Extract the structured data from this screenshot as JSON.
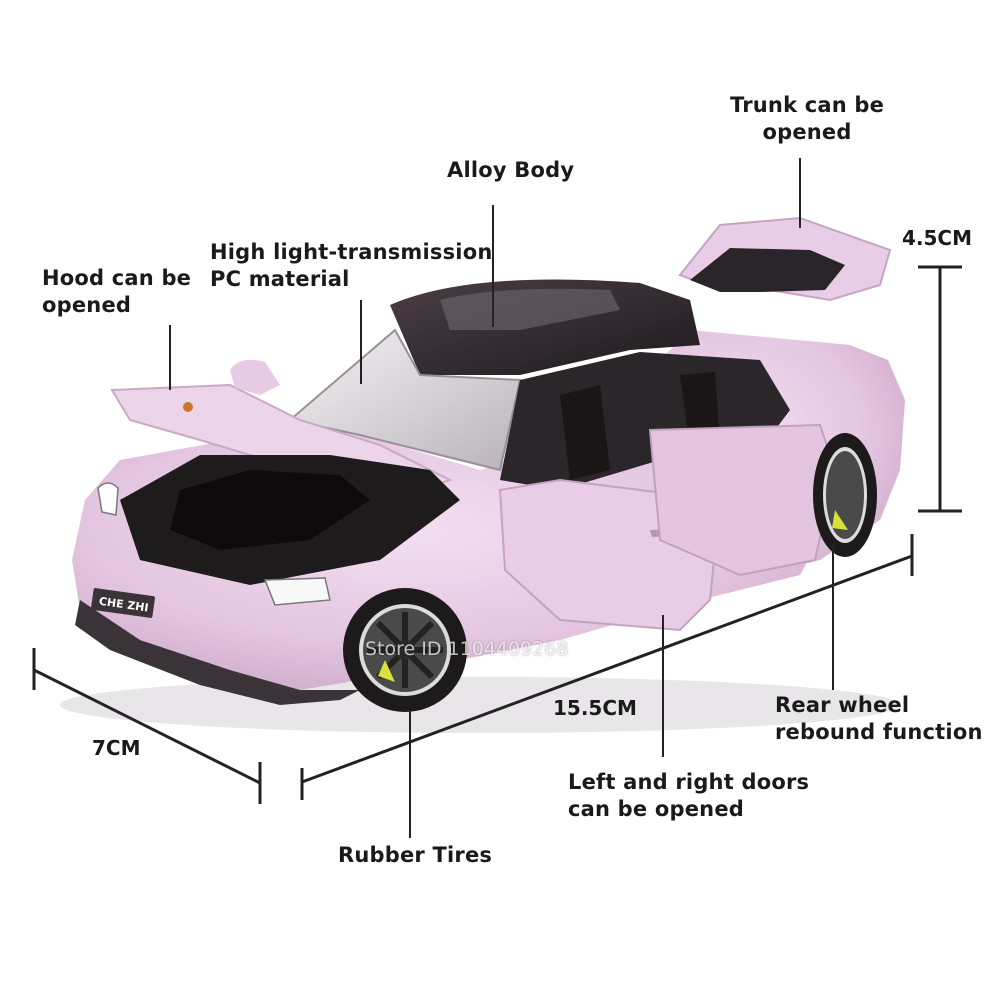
{
  "labels": {
    "trunk": "Trunk can be\nopened",
    "alloy": "Alloy Body",
    "pc": "High light-transmission\nPC material",
    "hood": "Hood can be\nopened",
    "rear_wheel": "Rear wheel\nrebound function",
    "doors": "Left and right doors\ncan be opened",
    "tires": "Rubber Tires"
  },
  "dimensions": {
    "height": "4.5CM",
    "length": "15.5CM",
    "width": "7CM"
  },
  "plate": "CHE ZHI",
  "watermark": "Store ID 1104409268",
  "colors": {
    "body": "#e6c9e3",
    "roof": "#2a2428",
    "text": "#1a1a1a",
    "caliper": "#d8e03a"
  }
}
